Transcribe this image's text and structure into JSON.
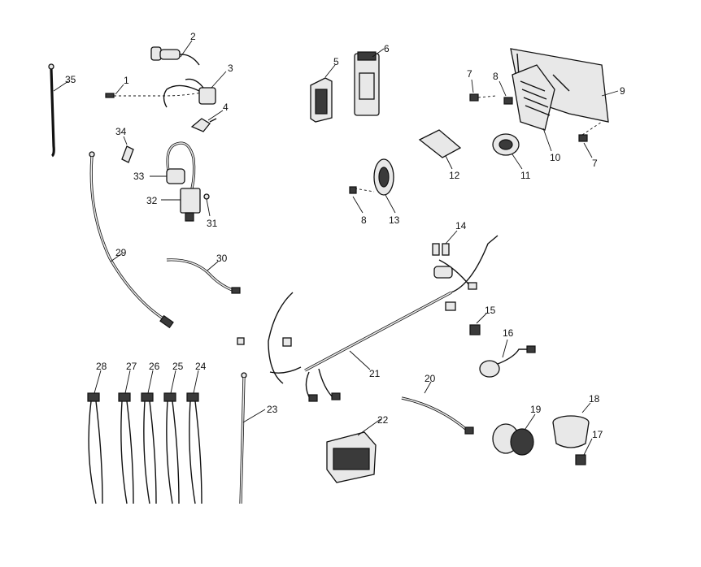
{
  "callouts": [
    {
      "key": "c1",
      "text": "1"
    },
    {
      "key": "c2",
      "text": "2"
    },
    {
      "key": "c3",
      "text": "3"
    },
    {
      "key": "c4",
      "text": "4"
    },
    {
      "key": "c5",
      "text": "5"
    },
    {
      "key": "c6",
      "text": "6"
    },
    {
      "key": "c7a",
      "text": "7"
    },
    {
      "key": "c7b",
      "text": "7"
    },
    {
      "key": "c8a",
      "text": "8"
    },
    {
      "key": "c8b",
      "text": "8"
    },
    {
      "key": "c9",
      "text": "9"
    },
    {
      "key": "c10",
      "text": "10"
    },
    {
      "key": "c11",
      "text": "11"
    },
    {
      "key": "c12",
      "text": "12"
    },
    {
      "key": "c13",
      "text": "13"
    },
    {
      "key": "c14",
      "text": "14"
    },
    {
      "key": "c15",
      "text": "15"
    },
    {
      "key": "c16",
      "text": "16"
    },
    {
      "key": "c17",
      "text": "17"
    },
    {
      "key": "c18",
      "text": "18"
    },
    {
      "key": "c19",
      "text": "19"
    },
    {
      "key": "c20",
      "text": "20"
    },
    {
      "key": "c21",
      "text": "21"
    },
    {
      "key": "c22",
      "text": "22"
    },
    {
      "key": "c23",
      "text": "23"
    },
    {
      "key": "c24",
      "text": "24"
    },
    {
      "key": "c25",
      "text": "25"
    },
    {
      "key": "c26",
      "text": "26"
    },
    {
      "key": "c27",
      "text": "27"
    },
    {
      "key": "c28",
      "text": "28"
    },
    {
      "key": "c29",
      "text": "29"
    },
    {
      "key": "c30",
      "text": "30"
    },
    {
      "key": "c31",
      "text": "31"
    },
    {
      "key": "c32",
      "text": "32"
    },
    {
      "key": "c33",
      "text": "33"
    },
    {
      "key": "c34",
      "text": "34"
    },
    {
      "key": "c35",
      "text": "35"
    }
  ]
}
